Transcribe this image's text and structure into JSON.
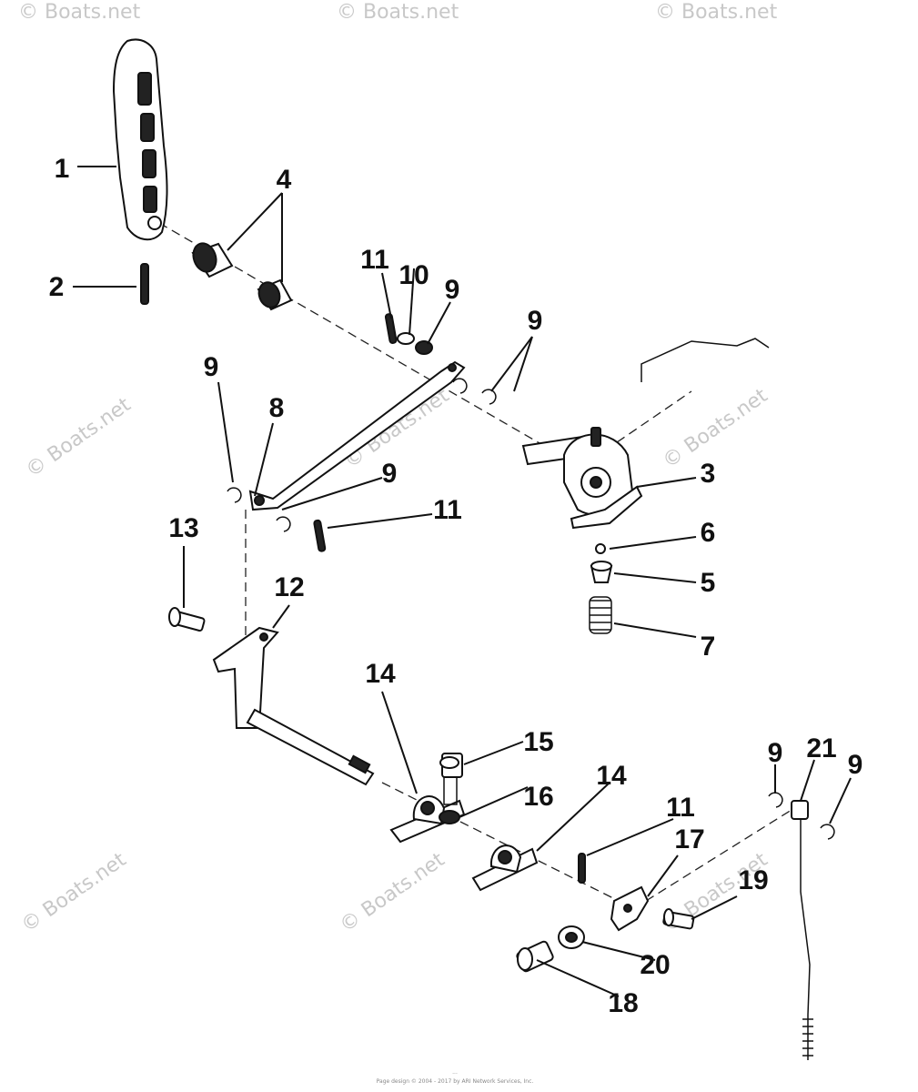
{
  "callouts": [
    {
      "id": "c1",
      "text": "1"
    },
    {
      "id": "c2",
      "text": "2"
    },
    {
      "id": "c4",
      "text": "4"
    },
    {
      "id": "c11a",
      "text": "11"
    },
    {
      "id": "c10",
      "text": "10"
    },
    {
      "id": "c9a",
      "text": "9"
    },
    {
      "id": "c9b",
      "text": "9"
    },
    {
      "id": "c9c",
      "text": "9"
    },
    {
      "id": "c8",
      "text": "8"
    },
    {
      "id": "c9d",
      "text": "9"
    },
    {
      "id": "c11b",
      "text": "11"
    },
    {
      "id": "c3",
      "text": "3"
    },
    {
      "id": "c6",
      "text": "6"
    },
    {
      "id": "c5",
      "text": "5"
    },
    {
      "id": "c7",
      "text": "7"
    },
    {
      "id": "c13",
      "text": "13"
    },
    {
      "id": "c12",
      "text": "12"
    },
    {
      "id": "c14a",
      "text": "14"
    },
    {
      "id": "c15",
      "text": "15"
    },
    {
      "id": "c16",
      "text": "16"
    },
    {
      "id": "c14b",
      "text": "14"
    },
    {
      "id": "c11c",
      "text": "11"
    },
    {
      "id": "c17",
      "text": "17"
    },
    {
      "id": "c19",
      "text": "19"
    },
    {
      "id": "c20",
      "text": "20"
    },
    {
      "id": "c18",
      "text": "18"
    },
    {
      "id": "c9e",
      "text": "9"
    },
    {
      "id": "c21",
      "text": "21"
    },
    {
      "id": "c9f",
      "text": "9"
    }
  ],
  "watermark": "© Boats.net",
  "footer": {
    "line1": "...",
    "line2": "Page design © 2004 - 2017 by ARI Network Services, Inc."
  },
  "colors": {
    "ink": "#111111",
    "watermark": "#c8c8c8",
    "background": "#ffffff"
  }
}
